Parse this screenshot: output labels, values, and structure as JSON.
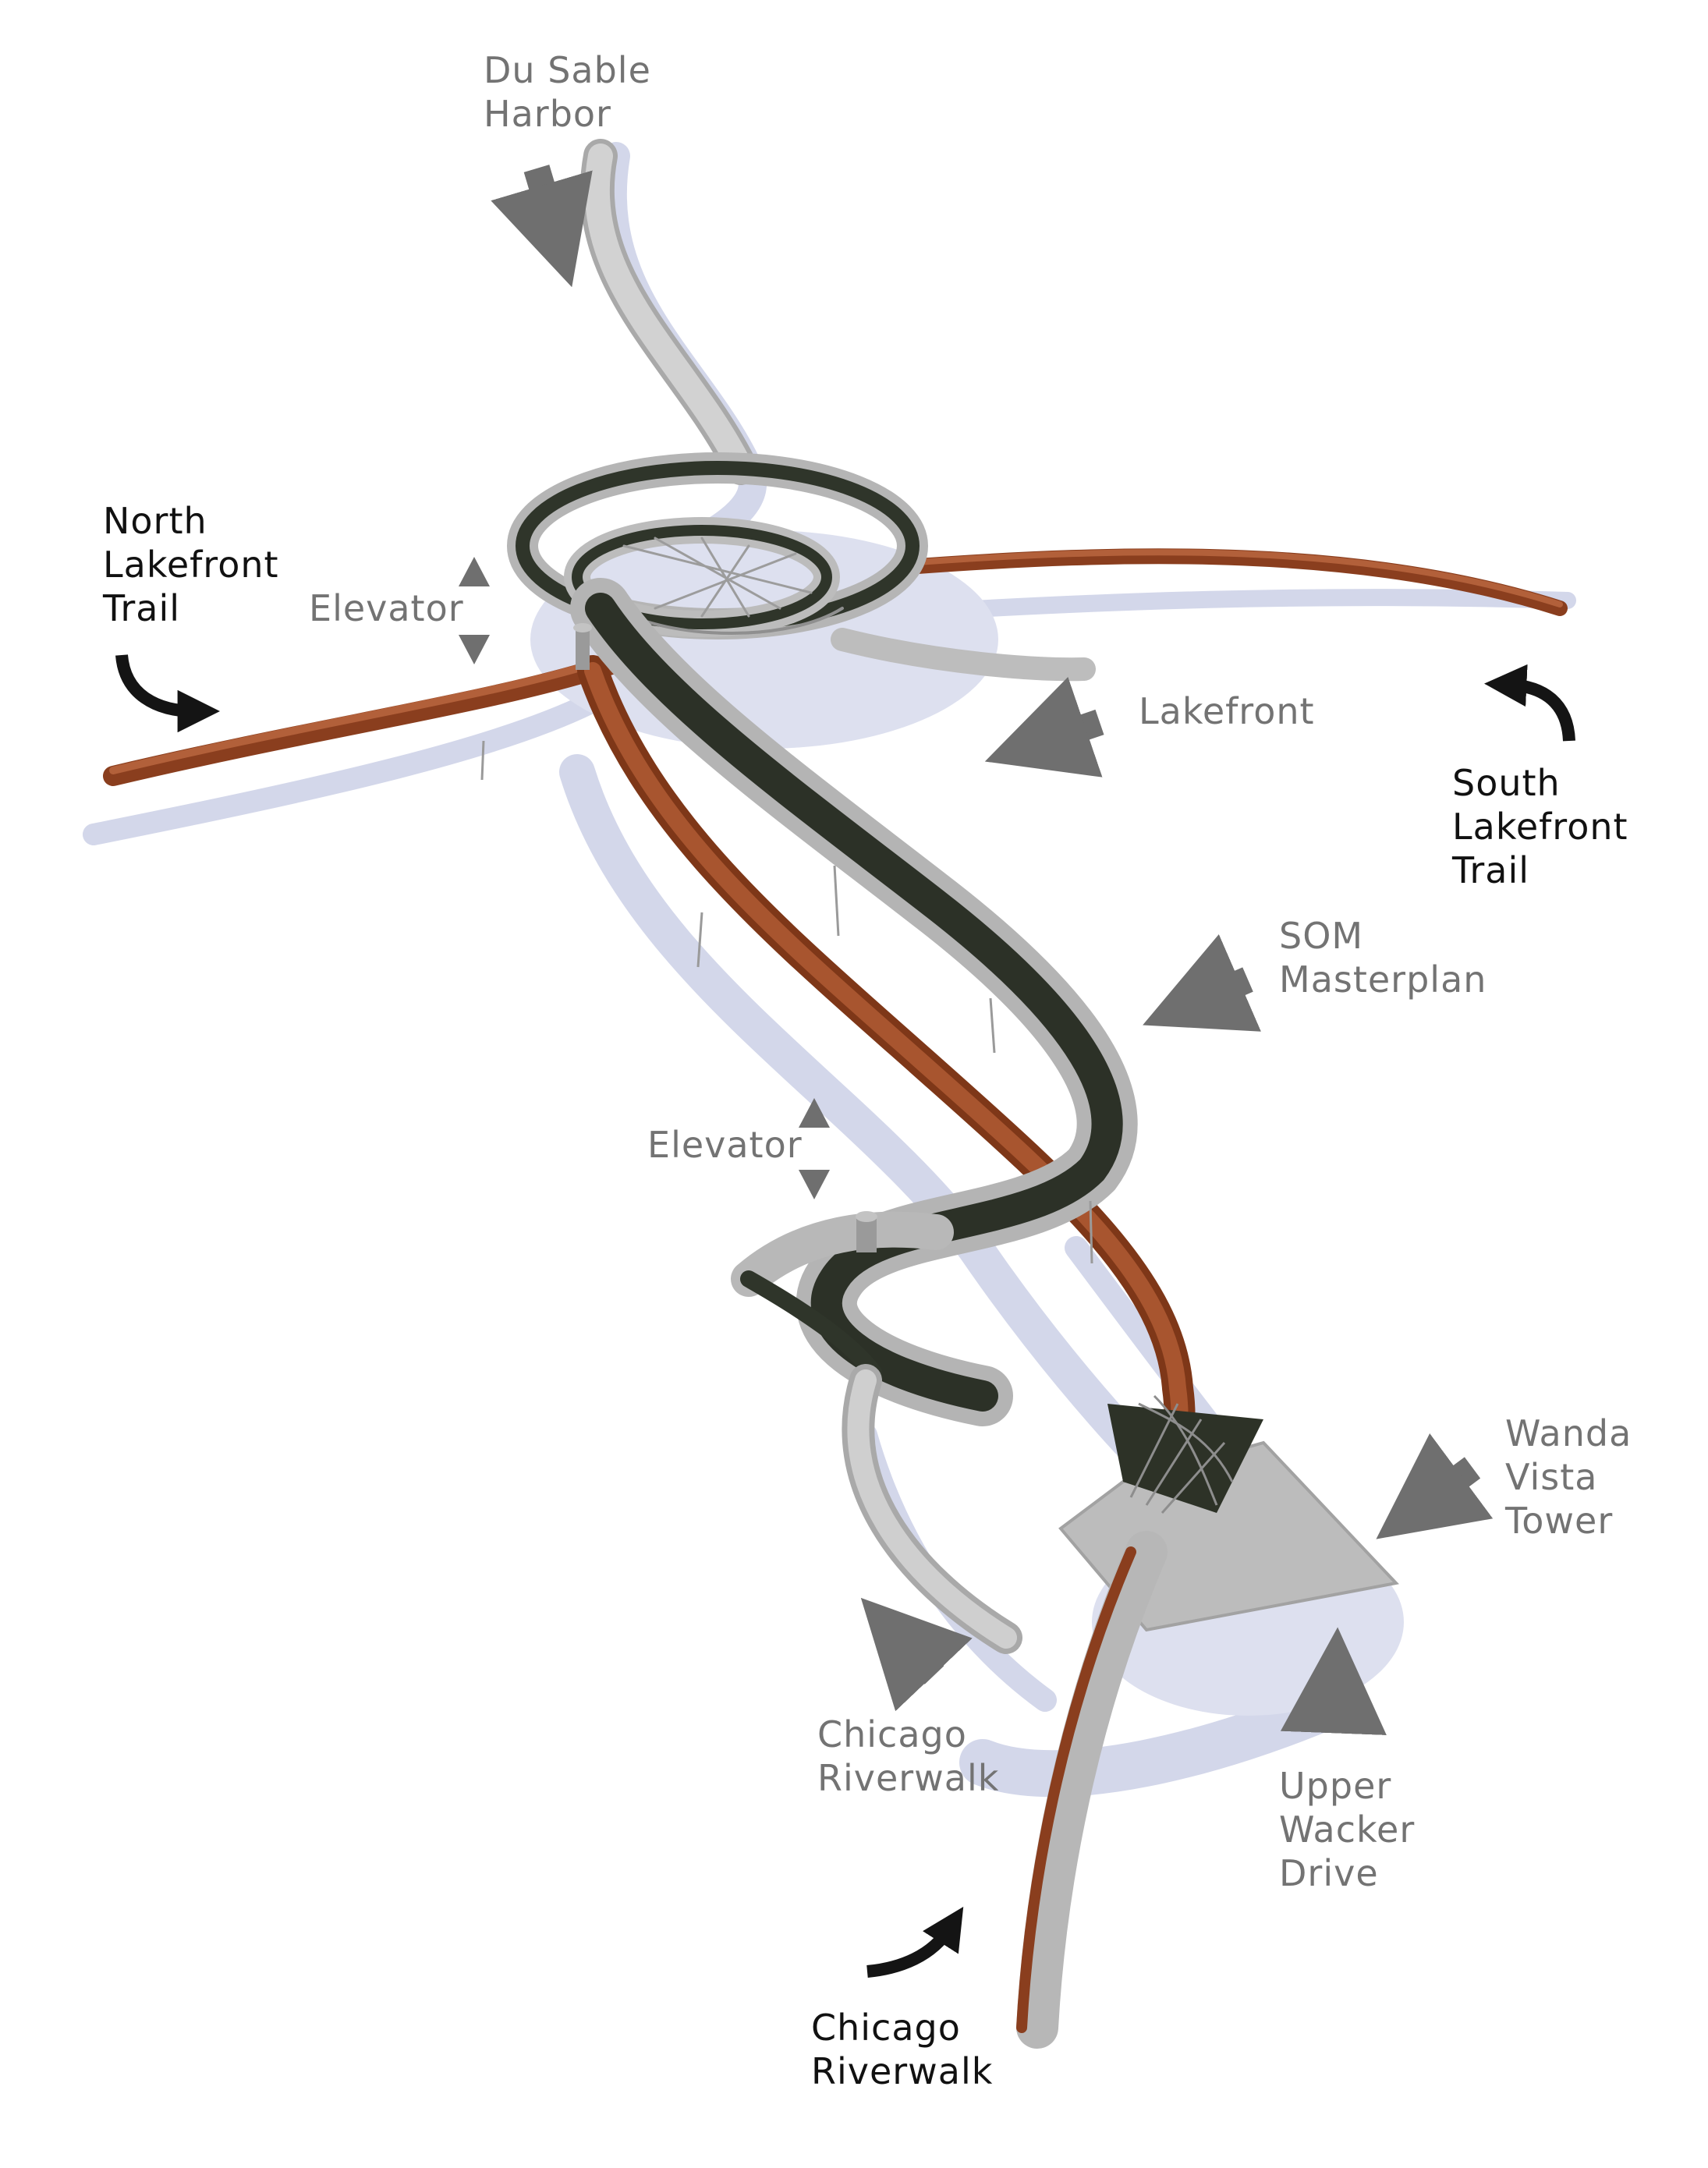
{
  "labels": {
    "du_sable": [
      "Du Sable",
      "Harbor"
    ],
    "north_trail": [
      "North",
      "Lakefront",
      "Trail"
    ],
    "elevator_upper": "Elevator",
    "lakefront": "Lakefront",
    "south_trail": [
      "South",
      "Lakefront",
      "Trail"
    ],
    "som": [
      "SOM",
      "Masterplan"
    ],
    "elevator_lower": "Elevator",
    "wanda": [
      "Wanda",
      "Vista",
      "Tower"
    ],
    "riverwalk_inner": [
      "Chicago",
      "Riverwalk"
    ],
    "upper_wacker": [
      "Upper",
      "Wacker",
      "Drive"
    ],
    "riverwalk_bottom": [
      "Chicago",
      "Riverwalk"
    ]
  },
  "colors": {
    "label_gray": "#737373",
    "label_dark": "#111111",
    "concrete": "#c8c8c8",
    "rust": "#9a4a26",
    "planting": "#2e3328",
    "shadow": "#cfd3e6",
    "arrow_gray": "#6f6f6f",
    "arrow_dark": "#141414"
  }
}
